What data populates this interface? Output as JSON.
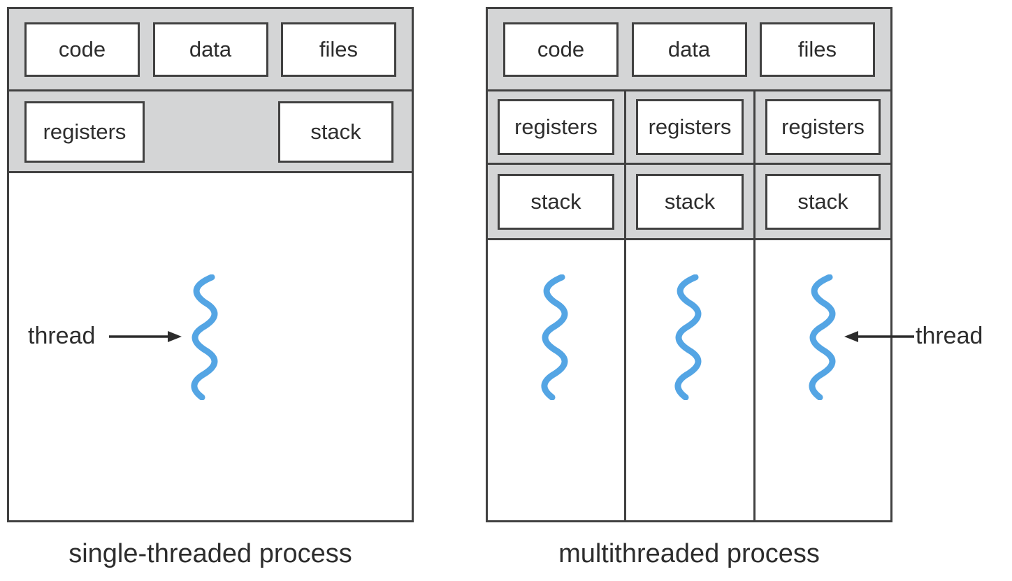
{
  "colors": {
    "band_gray": "#d4d5d6",
    "border": "#414141",
    "thread_blue": "#54a5e4",
    "text": "#2d2d2d"
  },
  "left_diagram": {
    "caption": "single-threaded process",
    "top_row": [
      "code",
      "data",
      "files"
    ],
    "registers_label": "registers",
    "stack_label": "stack",
    "thread_label": "thread"
  },
  "right_diagram": {
    "caption": "multithreaded process",
    "top_row": [
      "code",
      "data",
      "files"
    ],
    "columns": [
      {
        "registers": "registers",
        "stack": "stack"
      },
      {
        "registers": "registers",
        "stack": "stack"
      },
      {
        "registers": "registers",
        "stack": "stack"
      }
    ],
    "thread_label": "thread"
  }
}
